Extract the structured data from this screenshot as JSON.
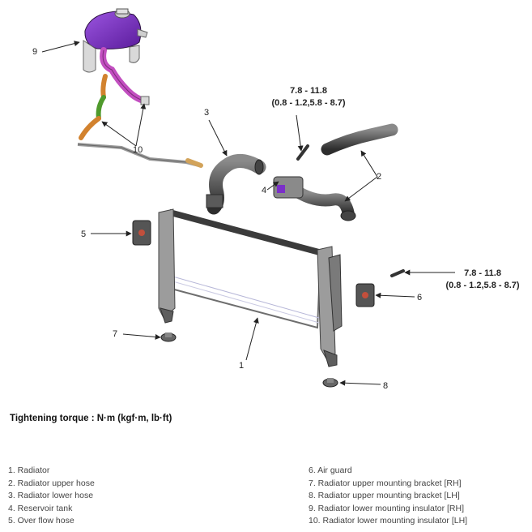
{
  "callouts": {
    "n1": "1",
    "n2": "2",
    "n3": "3",
    "n4": "4",
    "n5": "5",
    "n6": "6",
    "n7": "7",
    "n8": "8",
    "n9": "9",
    "n10": "10"
  },
  "torque_specs": [
    {
      "line1": "7.8 - 11.8",
      "line2": "(0.8 - 1.2,5.8 - 8.7)"
    },
    {
      "line1": "7.8 - 11.8",
      "line2": "(0.8 - 1.2,5.8 - 8.7)"
    }
  ],
  "heading": "Tightening torque : N·m (kgf·m, lb·ft)",
  "legend_left": [
    "1. Radiator",
    "2. Radiator upper hose",
    "3. Radiator lower hose",
    "4. Reservoir tank",
    "5. Over flow hose"
  ],
  "legend_right": [
    "6. Air guard",
    "7. Radiator upper mounting bracket [RH]",
    "8. Radiator upper mounting bracket [LH]",
    "9. Radiator lower mounting insulator [RH]",
    "10. Radiator lower mounting insulator [LH]"
  ],
  "colors": {
    "reservoir": "#7b2fc9",
    "overflow_hose": "#c24fc0",
    "hose_orange": "#d2822e",
    "hose_green": "#4f9a2c",
    "radiator_frame": "#6e6e6e",
    "part_dark": "#3d3d3d"
  }
}
